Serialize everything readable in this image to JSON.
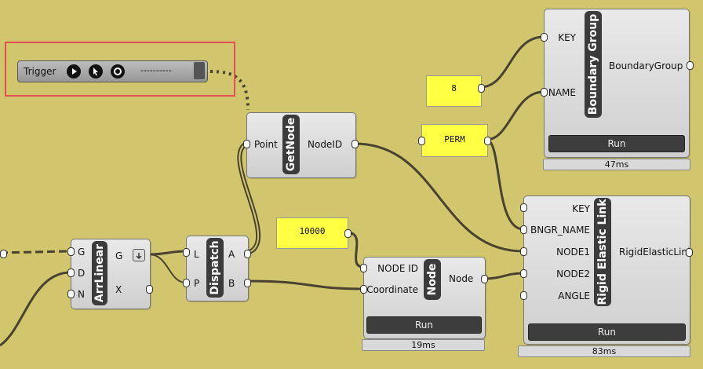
{
  "trigger": {
    "label": "Trigger",
    "value": "----------"
  },
  "panels": {
    "p8": "8",
    "perm": "PERM",
    "p10000": "10000"
  },
  "boundary_group": {
    "title": "Boundary Group",
    "inputs": [
      "KEY",
      "NAME"
    ],
    "output": "BoundaryGroup",
    "run": "Run",
    "time": "47ms"
  },
  "get_node": {
    "title": "GetNode",
    "input": "Point",
    "output": "NodeID"
  },
  "rigid_link": {
    "title": "Rigid Elastic Link",
    "inputs": [
      "KEY",
      "BNGR_NAME",
      "NODE1",
      "NODE2",
      "ANGLE"
    ],
    "output": "RigidElasticLink",
    "run": "Run",
    "time": "83ms"
  },
  "arr_linear": {
    "title": "ArrLinear",
    "inputs": [
      "G",
      "D",
      "N"
    ],
    "outputs": [
      "G",
      "X"
    ]
  },
  "dispatch": {
    "title": "Dispatch",
    "inputs": [
      "L",
      "P"
    ],
    "outputs": [
      "A",
      "B"
    ]
  },
  "node": {
    "title": "Node",
    "inputs": [
      "NODE ID",
      "Coordinate"
    ],
    "output": "Node",
    "run": "Run",
    "time": "19ms"
  },
  "colors": {
    "canvas": "#d1c66d",
    "panel": "#ffff44",
    "wire": "#4a4230",
    "highlight": "#e25050"
  },
  "icons": [
    "play-icon",
    "cursor-icon",
    "record-icon",
    "download-arrow-icon"
  ]
}
